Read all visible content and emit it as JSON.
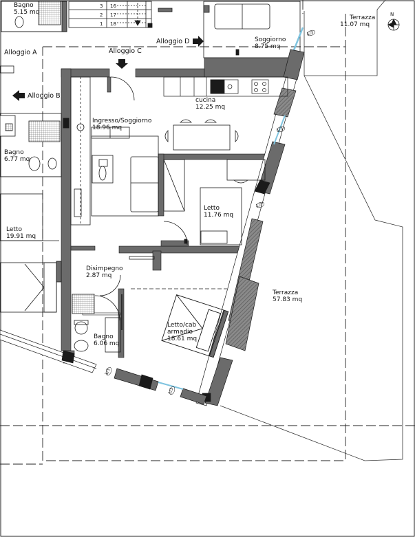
{
  "rooms": {
    "bagno_top": {
      "name": "Bagno",
      "area": "5.15 mq"
    },
    "soggiorno_d": {
      "name": "Soggiorno",
      "area": "8.75 mq"
    },
    "terrazza_top": {
      "name": "Terrazza",
      "area": "11.07 mq"
    },
    "cucina": {
      "name": "cucina",
      "area": "12.25 mq"
    },
    "ingresso": {
      "name": "Ingresso/Soggiorno",
      "area": "18.96 mq"
    },
    "bagno_left": {
      "name": "Bagno",
      "area": "6.77 mq"
    },
    "letto_left": {
      "name": "Letto",
      "area": "19.91 mq"
    },
    "letto_mid": {
      "name": "Letto",
      "area": "11.76 mq"
    },
    "disimpegno": {
      "name": "Disimpegno",
      "area": "2.87 mq"
    },
    "terrazza_big": {
      "name": "Terrazza",
      "area": "57.83 mq"
    },
    "letto_cab": {
      "name": "Letto/cab",
      "name2": "armadio",
      "area": "18.61 mq"
    },
    "bagno_mid": {
      "name": "Bagno",
      "area": "6.06 mq"
    }
  },
  "units": {
    "a": "Alloggio A",
    "b": "Alloggio B",
    "c": "Alloggio C",
    "d": "Alloggio D"
  },
  "stairs": {
    "left_numbers": [
      "3",
      "2",
      "1"
    ],
    "right_numbers": [
      "16",
      "17",
      "18"
    ]
  },
  "compass": {
    "label": "N"
  },
  "window_tag": "1/3",
  "colors": {
    "wall": "#6b6b6b",
    "line": "#1a1a1a",
    "glass": "#7fc4e0",
    "hatch": "#9a9a9a"
  }
}
